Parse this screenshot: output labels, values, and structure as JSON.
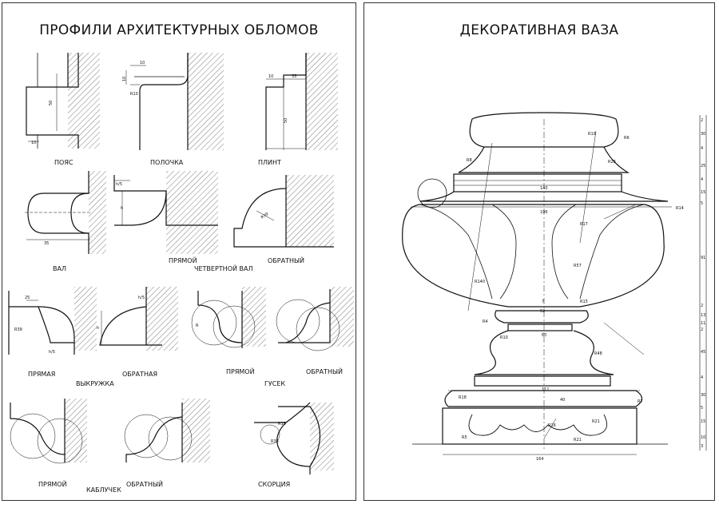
{
  "left_sheet": {
    "title": "ПРОФИЛИ АРХИТЕКТУРНЫХ ОБЛОМОВ",
    "labels": {
      "belt": "ПОЯС",
      "shelf": "ПОЛОЧКА",
      "plinth": "ПЛИНТ",
      "torus": "ВАЛ",
      "quarter_round_direct": "ПРЯМОЙ",
      "quarter_round_group": "ЧЕТВЕРТНОЙ ВАЛ",
      "quarter_round_reverse": "ОБРАТНЫЙ",
      "cavetto_direct": "ПРЯМАЯ",
      "cavetto_group": "ВЫКРУЖКА",
      "cavetto_reverse": "ОБРАТНАЯ",
      "cyma_direct": "ПРЯМОЙ",
      "cyma_group": "ГУСЕК",
      "cyma_reverse": "ОБРАТНЫЙ",
      "ogee_direct": "ПРЯМОЙ",
      "ogee_group": "КАБЛУЧЕК",
      "ogee_reverse": "ОБРАТНЫЙ",
      "scotia": "СКОРЦИЯ"
    },
    "dims": {
      "belt_h": "50",
      "belt_w": "10",
      "shelf_w": "10",
      "shelf_h": "10",
      "shelf_r": "R10",
      "plinth_a": "10",
      "plinth_b": "35",
      "plinth_h": "50",
      "torus_w": "35",
      "qr_h": "h",
      "qr_hs": "h/5",
      "qr_r": "R39",
      "cav_w": "25",
      "cav_r": "R39",
      "cav_hs": "h/5",
      "cav2_hs": "h/5",
      "cav2_h": "h",
      "cyma_h": "R",
      "scotia_r1": "R15",
      "scotia_r2": "R38"
    }
  },
  "right_sheet": {
    "title": "ДЕКОРАТИВНАЯ ВАЗА",
    "dims": {
      "d140": "140",
      "d196": "196",
      "d52": "52",
      "d60": "60",
      "d111": "111",
      "d40": "40",
      "d164": "164",
      "d7": "7",
      "r19": "R19",
      "r6": "R6",
      "r23": "R23",
      "r8": "R8",
      "r14": "R14",
      "r17": "R17",
      "r57": "R57",
      "r140": "R140",
      "r15": "R15",
      "r4": "R4",
      "r10": "R10",
      "r48": "R48",
      "r18": "R18",
      "r21": "R21",
      "r7": "R7",
      "r5b": "R5",
      "r16": "R16",
      "r21b": "R21"
    },
    "side_dims": [
      "2",
      "30",
      "4",
      "25",
      "4",
      "15",
      "5",
      "91",
      "2",
      "13",
      "11",
      "2",
      "45",
      "4",
      "30",
      "5",
      "15",
      "10",
      "3"
    ]
  }
}
